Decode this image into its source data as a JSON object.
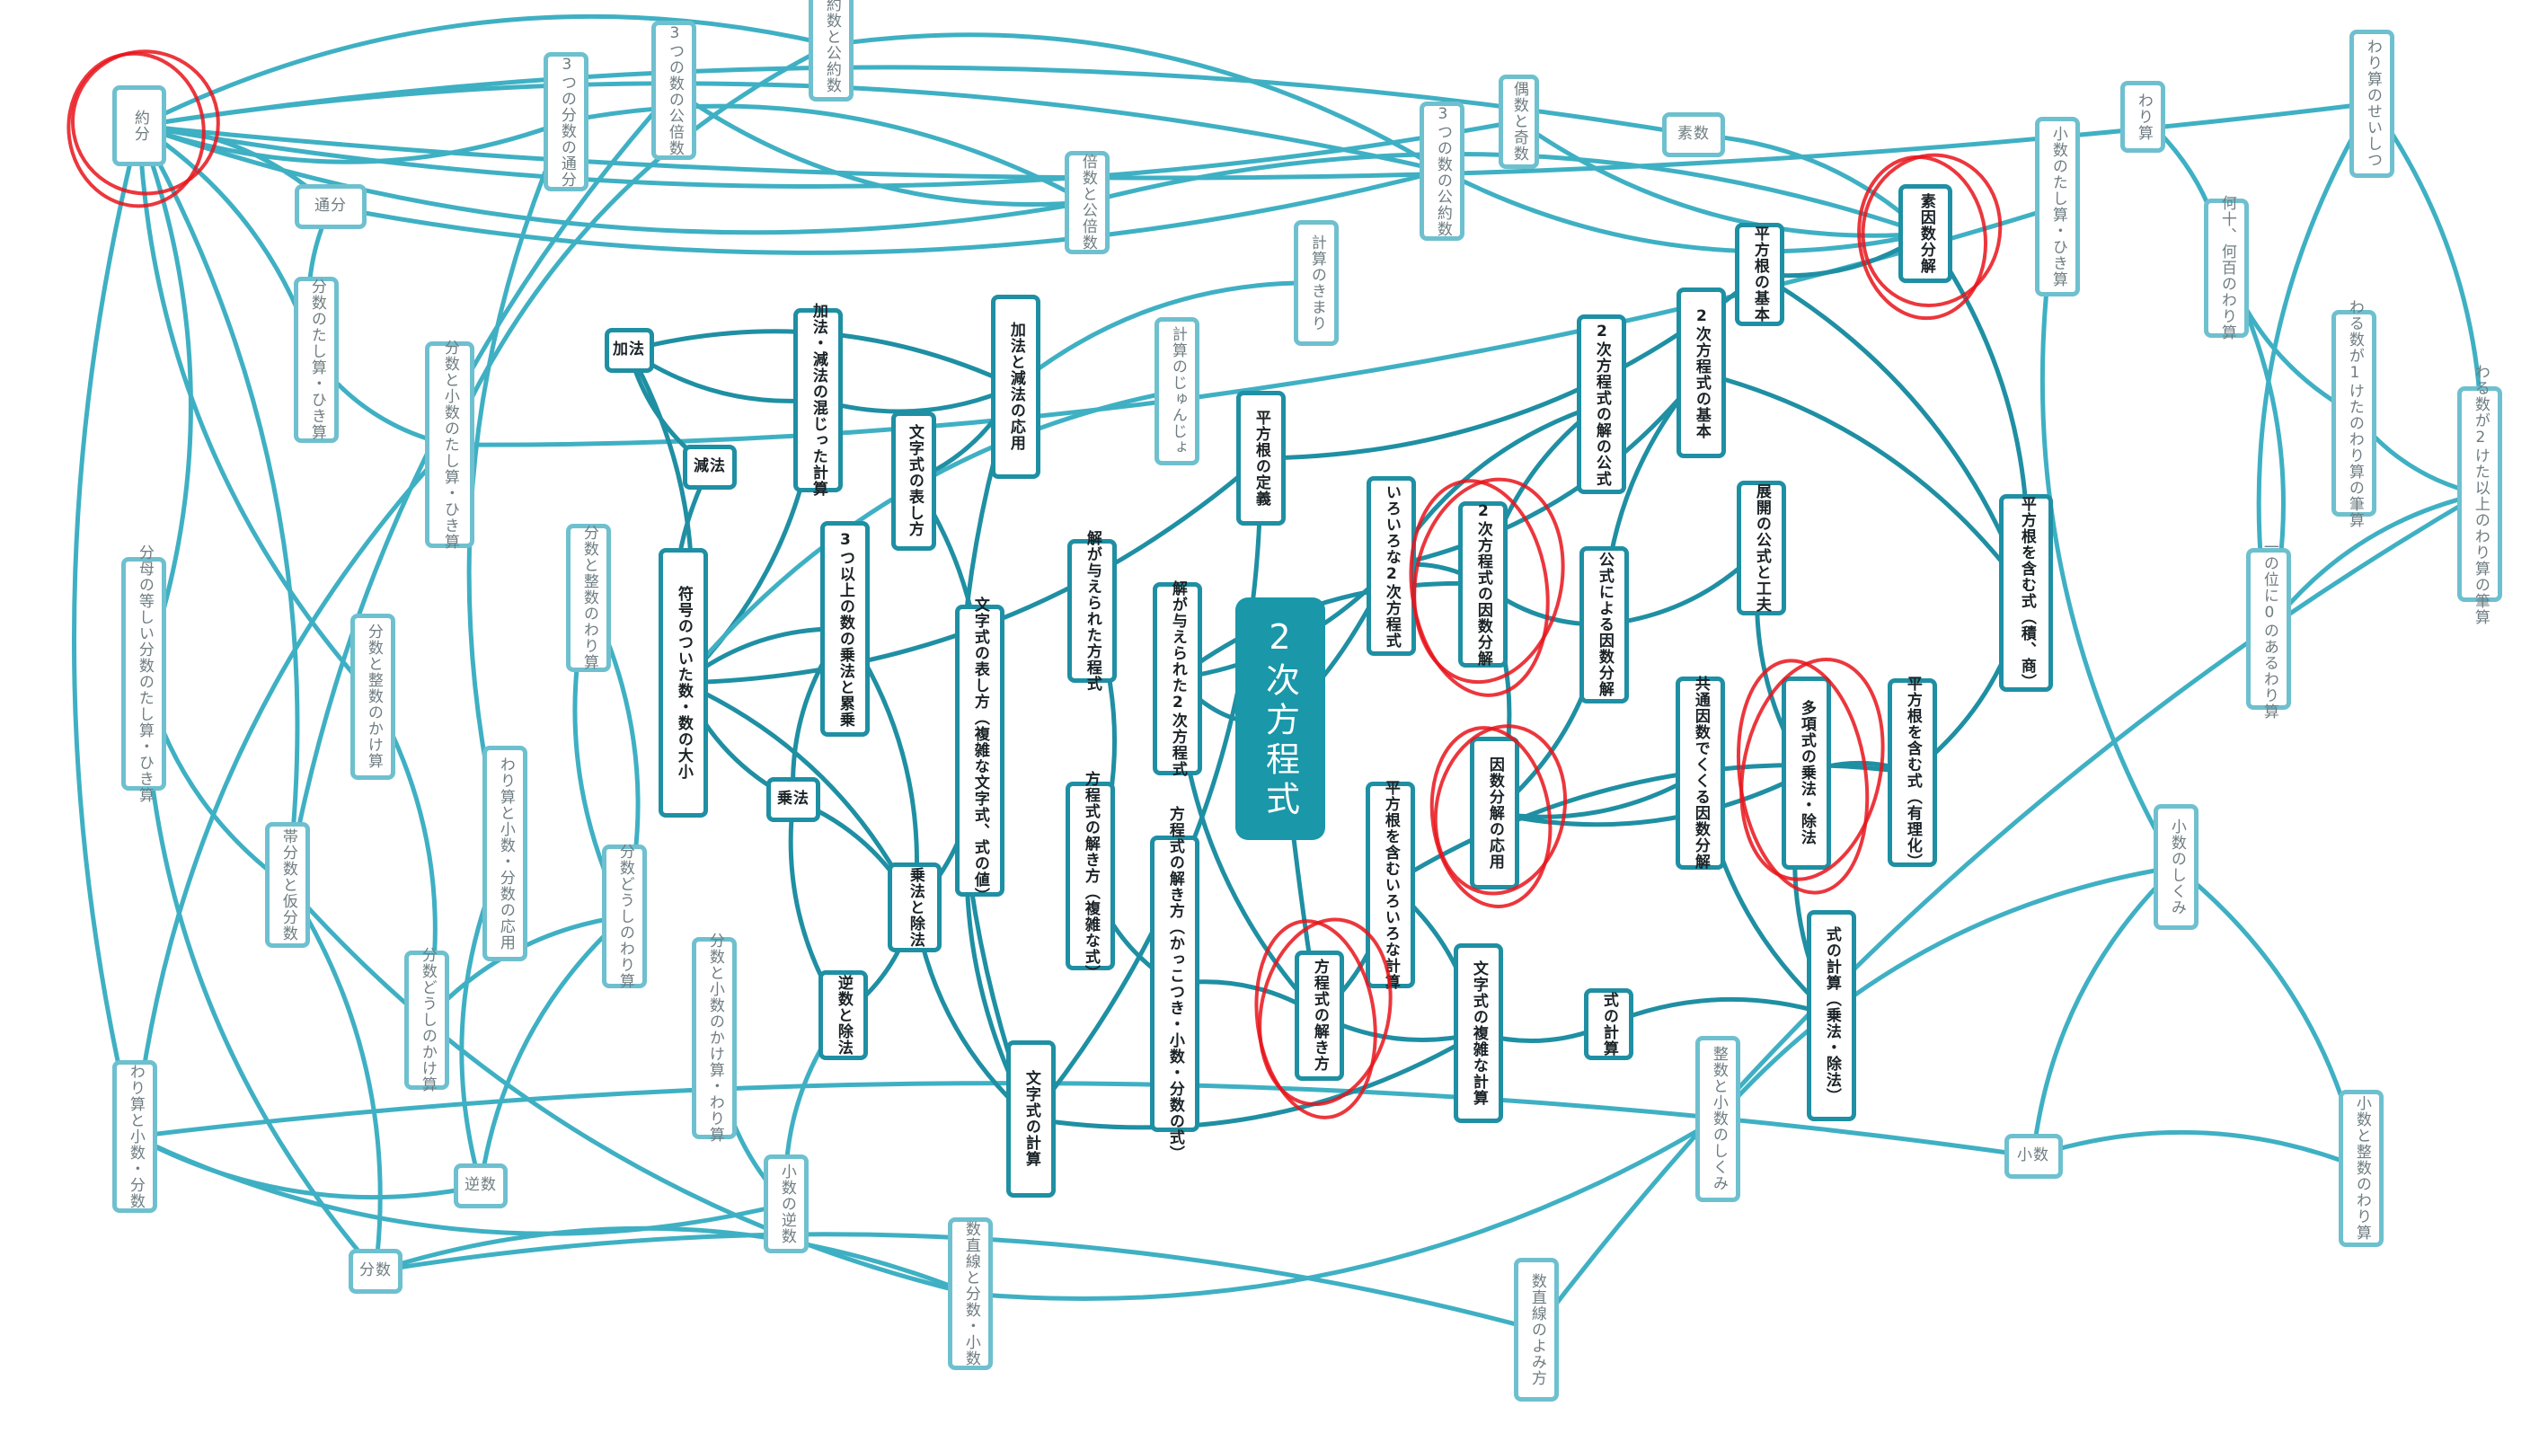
{
  "center": {
    "label": "2次方程式"
  },
  "nodes": [
    {
      "id": "yakubun",
      "label": "約分",
      "style": "light"
    },
    {
      "id": "tsubun",
      "label": "通分",
      "style": "light"
    },
    {
      "id": "mittsu_tsubun",
      "label": "3つの分数の通分",
      "style": "light"
    },
    {
      "id": "mittsu_koubaisu",
      "label": "3つの数の公倍数",
      "style": "light"
    },
    {
      "id": "yakusu_kouyakusu",
      "label": "約数と公約数",
      "style": "light"
    },
    {
      "id": "baisu_koubaisu",
      "label": "倍数と公倍数",
      "style": "light"
    },
    {
      "id": "mittsu_kouyakusu",
      "label": "3つの数の公約数",
      "style": "light"
    },
    {
      "id": "gusu_kisu",
      "label": "偶数と奇数",
      "style": "light"
    },
    {
      "id": "sosu",
      "label": "素数",
      "style": "light"
    },
    {
      "id": "warizan",
      "label": "わり算",
      "style": "light"
    },
    {
      "id": "warizan_seishitsu",
      "label": "わり算のせいしつ",
      "style": "light"
    },
    {
      "id": "shosu_tashihiki",
      "label": "小数のたし算・ひき算",
      "style": "light"
    },
    {
      "id": "nanju_nanbyaku",
      "label": "何十、何百のわり算",
      "style": "light"
    },
    {
      "id": "warukazu1",
      "label": "わる数が1けたのわり算の筆算",
      "style": "light"
    },
    {
      "id": "warukazu2",
      "label": "わる数が2けた以上のわり算の筆算",
      "style": "light"
    },
    {
      "id": "ichinokurai0",
      "label": "一の位に0のあるわり算",
      "style": "light"
    },
    {
      "id": "bunsu_tashihiki",
      "label": "分数のたし算・ひき算",
      "style": "light"
    },
    {
      "id": "bunsu_shosu_tashihiki",
      "label": "分数と小数のたし算・ひき算",
      "style": "light"
    },
    {
      "id": "bunbo_hitoshii",
      "label": "分母の等しい分数のたし算・ひき算",
      "style": "light"
    },
    {
      "id": "bunsu_seisu_kake",
      "label": "分数と整数のかけ算",
      "style": "light"
    },
    {
      "id": "bunsu_seisu_wari",
      "label": "分数と整数のわり算",
      "style": "light"
    },
    {
      "id": "warizan_shosu_bunsu_ouyou",
      "label": "わり算と小数・分数の応用",
      "style": "light"
    },
    {
      "id": "taibunsu",
      "label": "帯分数と仮分数",
      "style": "light"
    },
    {
      "id": "bunsu_doushi_kake",
      "label": "分数どうしのかけ算",
      "style": "light"
    },
    {
      "id": "bunsu_doushi_wari",
      "label": "分数どうしのわり算",
      "style": "light"
    },
    {
      "id": "bunsu_shosu_kakewari",
      "label": "分数と小数のかけ算・わり算",
      "style": "light"
    },
    {
      "id": "warizan_shosu_bunsu",
      "label": "わり算と小数・分数",
      "style": "light"
    },
    {
      "id": "gyakusu",
      "label": "逆数",
      "style": "light"
    },
    {
      "id": "shosu_gyakusu",
      "label": "小数の逆数",
      "style": "light"
    },
    {
      "id": "bunsu",
      "label": "分数",
      "style": "light"
    },
    {
      "id": "suchokusen_bunsu_shosu",
      "label": "数直線と分数・小数",
      "style": "light"
    },
    {
      "id": "suchokusen_yomikata",
      "label": "数直線のよみ方",
      "style": "light"
    },
    {
      "id": "seisu_shosu_shikumi",
      "label": "整数と小数のしくみ",
      "style": "light"
    },
    {
      "id": "shosu",
      "label": "小数",
      "style": "light"
    },
    {
      "id": "shosu_shikumi",
      "label": "小数のしくみ",
      "style": "light"
    },
    {
      "id": "shosu_seisu_wari",
      "label": "小数と整数のわり算",
      "style": "light"
    },
    {
      "id": "keisan_kimari",
      "label": "計算のきまり",
      "style": "light"
    },
    {
      "id": "keisan_junjo",
      "label": "計算のじゅんじょ",
      "style": "light"
    },
    {
      "id": "kahou",
      "label": "加法",
      "style": "dark"
    },
    {
      "id": "genpou",
      "label": "減法",
      "style": "dark"
    },
    {
      "id": "kagen_majitta",
      "label": "加法・減法の混じった計算",
      "style": "dark"
    },
    {
      "id": "kagen_ouyou",
      "label": "加法と減法の応用",
      "style": "dark"
    },
    {
      "id": "mojishiki_arawashikata",
      "label": "文字式の表し方",
      "style": "dark"
    },
    {
      "id": "fugou_daishou",
      "label": "符号のついた数・数の大小",
      "style": "dark"
    },
    {
      "id": "mittsu_ijou_jouhou",
      "label": "3つ以上の数の乗法と累乗",
      "style": "dark"
    },
    {
      "id": "jouhou",
      "label": "乗法",
      "style": "dark"
    },
    {
      "id": "jouhou_johou",
      "label": "乗法と除法",
      "style": "dark"
    },
    {
      "id": "gyakusu_johou",
      "label": "逆数と除法",
      "style": "dark"
    },
    {
      "id": "mojishiki_fukuzatsu",
      "label": "文字式の表し方（複雑な文字式、式の値）",
      "style": "dark"
    },
    {
      "id": "mojishiki_keisan",
      "label": "文字式の計算",
      "style": "dark"
    },
    {
      "id": "kai_houteishiki",
      "label": "解が与えられた方程式",
      "style": "dark"
    },
    {
      "id": "kai_2ji",
      "label": "解が与えられた2次方程式",
      "style": "dark"
    },
    {
      "id": "houteishiki_fukuzatsu",
      "label": "方程式の解き方（複雑な式）",
      "style": "dark"
    },
    {
      "id": "houteishiki_kakko",
      "label": "方程式の解き方（かっこつき・小数・分数の式）",
      "style": "dark"
    },
    {
      "id": "heihoukon_teigi",
      "label": "平方根の定義",
      "style": "dark"
    },
    {
      "id": "iroiro_2ji",
      "label": "いろいろな2次方程式",
      "style": "dark"
    },
    {
      "id": "nijihouteishiki_kai_koushiki",
      "label": "2次方程式の解の公式",
      "style": "dark"
    },
    {
      "id": "nijihouteishiki_kihon",
      "label": "2次方程式の基本",
      "style": "dark"
    },
    {
      "id": "heihoukon_kihon",
      "label": "平方根の基本",
      "style": "dark"
    },
    {
      "id": "soinsu_bunkai",
      "label": "素因数分解",
      "style": "dark"
    },
    {
      "id": "nijihouteishiki_inbun",
      "label": "2次方程式の因数分解",
      "style": "dark"
    },
    {
      "id": "koushiki_inbun",
      "label": "公式による因数分解",
      "style": "dark"
    },
    {
      "id": "tenkai_koushiki",
      "label": "展開の公式と工夫",
      "style": "dark"
    },
    {
      "id": "heihoukon_fukumu_seki",
      "label": "平方根を含む式（積、商）",
      "style": "dark"
    },
    {
      "id": "kyoutsuu_inbun",
      "label": "共通因数でくくる因数分解",
      "style": "dark"
    },
    {
      "id": "takoushiki",
      "label": "多項式の乗法・除法",
      "style": "dark"
    },
    {
      "id": "heihoukon_yuurika",
      "label": "平方根を含む式（有理化）",
      "style": "dark"
    },
    {
      "id": "inbun_ouyou",
      "label": "因数分解の応用",
      "style": "dark"
    },
    {
      "id": "heihoukon_iroiro_keisan",
      "label": "平方根を含むいろいろな計算",
      "style": "dark"
    },
    {
      "id": "houteishiki_tokikata",
      "label": "方程式の解き方",
      "style": "dark"
    },
    {
      "id": "mojishiki_fukuzatsu_keisan",
      "label": "文字式の複雑な計算",
      "style": "dark"
    },
    {
      "id": "shiki_keisan",
      "label": "式の計算",
      "style": "dark"
    },
    {
      "id": "shiki_keisan_jouhou",
      "label": "式の計算（乗法・除法）",
      "style": "dark"
    }
  ],
  "colors": {
    "edge": "#3fb0c3",
    "edge_dark": "#1f8fa3",
    "node_light_border": "#6ec0cf",
    "node_dark_border": "#1f8fa3",
    "center_fill": "#1a97a8",
    "highlight": "#e8141b"
  }
}
